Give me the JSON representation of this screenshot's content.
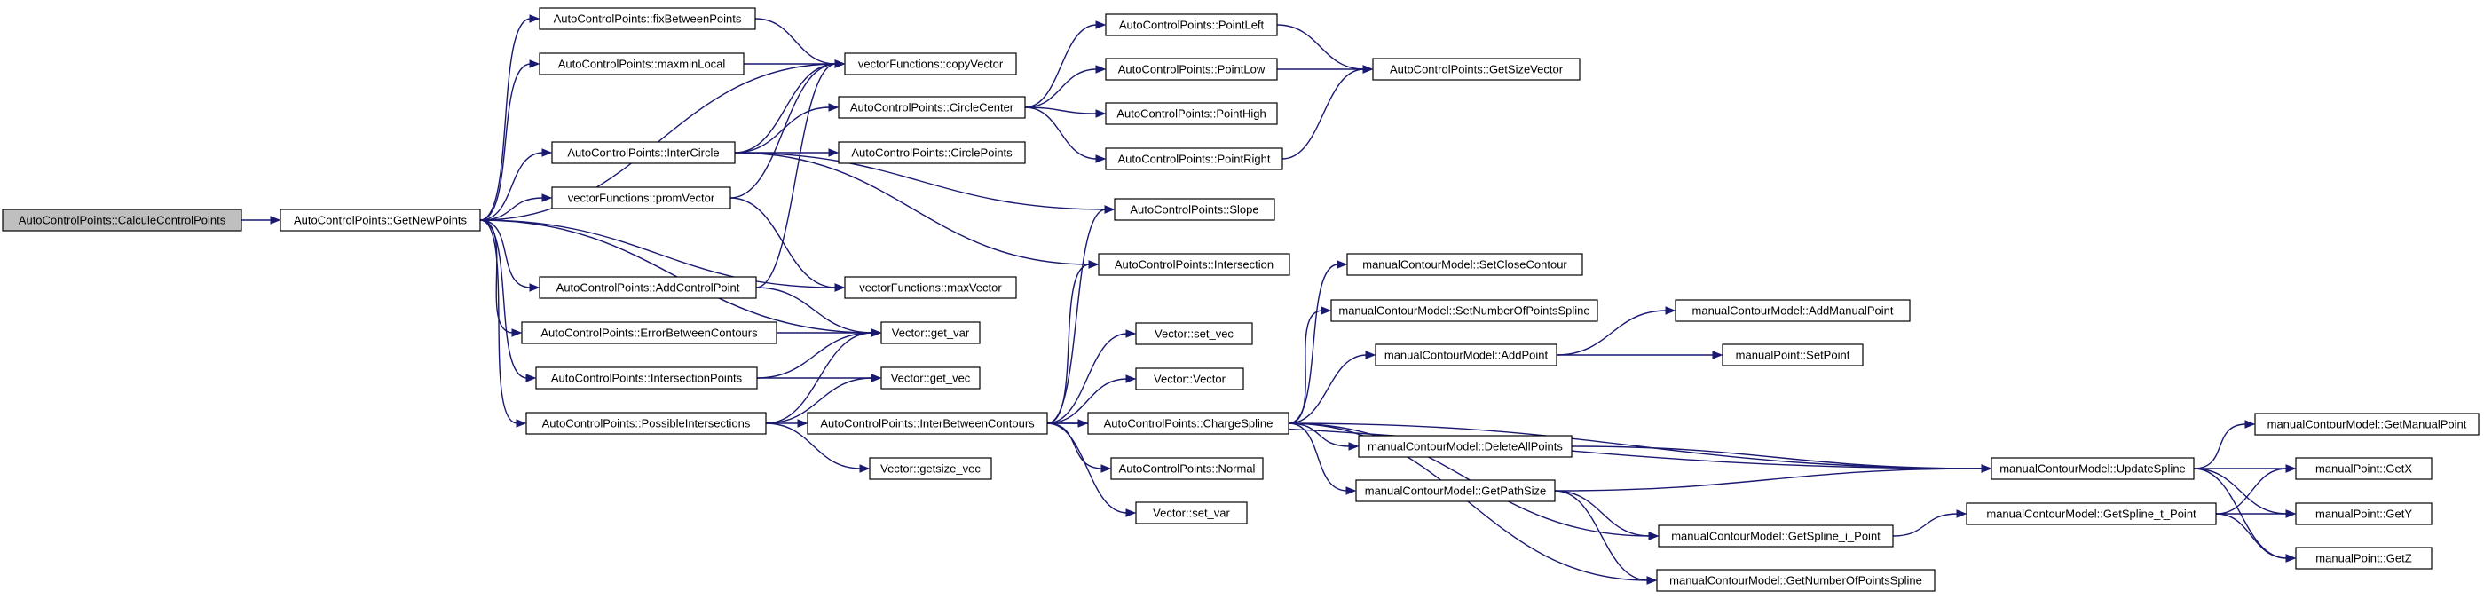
{
  "diagram": {
    "nodes": [
      {
        "id": "calcule",
        "label": "AutoControlPoints::CalculeControlPoints",
        "root": true
      },
      {
        "id": "getnew",
        "label": "AutoControlPoints::GetNewPoints"
      },
      {
        "id": "fixbetween",
        "label": "AutoControlPoints::fixBetweenPoints"
      },
      {
        "id": "maxmin",
        "label": "AutoControlPoints::maxminLocal"
      },
      {
        "id": "intercircle",
        "label": "AutoControlPoints::InterCircle"
      },
      {
        "id": "promvector",
        "label": "vectorFunctions::promVector"
      },
      {
        "id": "addcp",
        "label": "AutoControlPoints::AddControlPoint"
      },
      {
        "id": "errorbetween",
        "label": "AutoControlPoints::ErrorBetweenContours"
      },
      {
        "id": "interpoints",
        "label": "AutoControlPoints::IntersectionPoints"
      },
      {
        "id": "possinter",
        "label": "AutoControlPoints::PossibleIntersections"
      },
      {
        "id": "copyvector",
        "label": "vectorFunctions::copyVector"
      },
      {
        "id": "circlecenter",
        "label": "AutoControlPoints::CircleCenter"
      },
      {
        "id": "circlepoints",
        "label": "AutoControlPoints::CirclePoints"
      },
      {
        "id": "maxvector",
        "label": "vectorFunctions::maxVector"
      },
      {
        "id": "getvar",
        "label": "Vector::get_var"
      },
      {
        "id": "getvec",
        "label": "Vector::get_vec"
      },
      {
        "id": "interbetween",
        "label": "AutoControlPoints::InterBetweenContours"
      },
      {
        "id": "getsizevec",
        "label": "Vector::getsize_vec"
      },
      {
        "id": "pointleft",
        "label": "AutoControlPoints::PointLeft"
      },
      {
        "id": "pointlow",
        "label": "AutoControlPoints::PointLow"
      },
      {
        "id": "pointhigh",
        "label": "AutoControlPoints::PointHigh"
      },
      {
        "id": "pointright",
        "label": "AutoControlPoints::PointRight"
      },
      {
        "id": "getsizevector",
        "label": "AutoControlPoints::GetSizeVector"
      },
      {
        "id": "slope",
        "label": "AutoControlPoints::Slope"
      },
      {
        "id": "intersection",
        "label": "AutoControlPoints::Intersection"
      },
      {
        "id": "setvec",
        "label": "Vector::set_vec"
      },
      {
        "id": "vectorctor",
        "label": "Vector::Vector"
      },
      {
        "id": "chargespline",
        "label": "AutoControlPoints::ChargeSpline"
      },
      {
        "id": "normal",
        "label": "AutoControlPoints::Normal"
      },
      {
        "id": "setvar",
        "label": "Vector::set_var"
      },
      {
        "id": "setclose",
        "label": "manualContourModel::SetCloseContour"
      },
      {
        "id": "setnumspline",
        "label": "manualContourModel::SetNumberOfPointsSpline"
      },
      {
        "id": "addpoint",
        "label": "manualContourModel::AddPoint"
      },
      {
        "id": "deleteall",
        "label": "manualContourModel::DeleteAllPoints"
      },
      {
        "id": "getpathsize",
        "label": "manualContourModel::GetPathSize"
      },
      {
        "id": "addmanual",
        "label": "manualContourModel::AddManualPoint"
      },
      {
        "id": "setpoint",
        "label": "manualPoint::SetPoint"
      },
      {
        "id": "updatespline",
        "label": "manualContourModel::UpdateSpline"
      },
      {
        "id": "getsplineipoint",
        "label": "manualContourModel::GetSpline_i_Point"
      },
      {
        "id": "getnumspline",
        "label": "manualContourModel::GetNumberOfPointsSpline"
      },
      {
        "id": "getsplinetpoint",
        "label": "manualContourModel::GetSpline_t_Point"
      },
      {
        "id": "getmanual",
        "label": "manualContourModel::GetManualPoint"
      },
      {
        "id": "getx",
        "label": "manualPoint::GetX"
      },
      {
        "id": "gety",
        "label": "manualPoint::GetY"
      },
      {
        "id": "getz",
        "label": "manualPoint::GetZ"
      }
    ],
    "edges": [
      [
        "calcule",
        "getnew"
      ],
      [
        "getnew",
        "fixbetween"
      ],
      [
        "getnew",
        "maxmin"
      ],
      [
        "getnew",
        "copyvector"
      ],
      [
        "getnew",
        "intercircle"
      ],
      [
        "getnew",
        "promvector"
      ],
      [
        "getnew",
        "maxvector"
      ],
      [
        "getnew",
        "addcp"
      ],
      [
        "getnew",
        "errorbetween"
      ],
      [
        "getnew",
        "interpoints"
      ],
      [
        "getnew",
        "possinter"
      ],
      [
        "getnew",
        "getvar"
      ],
      [
        "fixbetween",
        "copyvector"
      ],
      [
        "maxmin",
        "copyvector"
      ],
      [
        "intercircle",
        "copyvector"
      ],
      [
        "intercircle",
        "circlecenter"
      ],
      [
        "intercircle",
        "circlepoints"
      ],
      [
        "intercircle",
        "slope"
      ],
      [
        "intercircle",
        "intersection"
      ],
      [
        "promvector",
        "copyvector"
      ],
      [
        "promvector",
        "maxvector"
      ],
      [
        "addcp",
        "copyvector"
      ],
      [
        "addcp",
        "getvar"
      ],
      [
        "errorbetween",
        "getvar"
      ],
      [
        "interpoints",
        "getvar"
      ],
      [
        "interpoints",
        "getvec"
      ],
      [
        "possinter",
        "getvar"
      ],
      [
        "possinter",
        "getvec"
      ],
      [
        "possinter",
        "interbetween"
      ],
      [
        "possinter",
        "getsizevec"
      ],
      [
        "circlecenter",
        "pointleft"
      ],
      [
        "circlecenter",
        "pointlow"
      ],
      [
        "circlecenter",
        "pointhigh"
      ],
      [
        "circlecenter",
        "pointright"
      ],
      [
        "pointleft",
        "getsizevector"
      ],
      [
        "pointlow",
        "getsizevector"
      ],
      [
        "pointright",
        "getsizevector"
      ],
      [
        "interbetween",
        "slope"
      ],
      [
        "interbetween",
        "intersection"
      ],
      [
        "interbetween",
        "setvec"
      ],
      [
        "interbetween",
        "vectorctor"
      ],
      [
        "interbetween",
        "chargespline"
      ],
      [
        "interbetween",
        "normal"
      ],
      [
        "interbetween",
        "setvar"
      ],
      [
        "interbetween",
        "updatespline"
      ],
      [
        "chargespline",
        "setclose"
      ],
      [
        "chargespline",
        "setnumspline"
      ],
      [
        "chargespline",
        "addpoint"
      ],
      [
        "chargespline",
        "deleteall"
      ],
      [
        "chargespline",
        "getpathsize"
      ],
      [
        "chargespline",
        "updatespline"
      ],
      [
        "chargespline",
        "getsplineipoint"
      ],
      [
        "chargespline",
        "getnumspline"
      ],
      [
        "addpoint",
        "addmanual"
      ],
      [
        "addpoint",
        "setpoint"
      ],
      [
        "deleteall",
        "updatespline"
      ],
      [
        "getpathsize",
        "updatespline"
      ],
      [
        "getpathsize",
        "getsplineipoint"
      ],
      [
        "getpathsize",
        "getnumspline"
      ],
      [
        "getsplineipoint",
        "getsplinetpoint"
      ],
      [
        "getsplinetpoint",
        "getx"
      ],
      [
        "getsplinetpoint",
        "gety"
      ],
      [
        "getsplinetpoint",
        "getz"
      ],
      [
        "updatespline",
        "getmanual"
      ],
      [
        "updatespline",
        "getx"
      ],
      [
        "updatespline",
        "gety"
      ],
      [
        "updatespline",
        "getz"
      ]
    ]
  }
}
